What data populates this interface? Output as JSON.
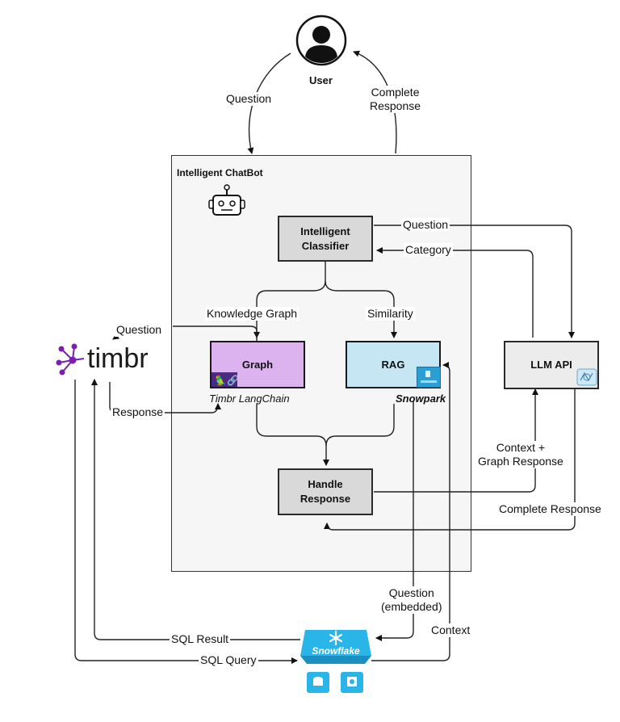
{
  "user": {
    "label": "User"
  },
  "chatbot": {
    "title": "Intelligent ChatBot"
  },
  "nodes": {
    "classifier": "Intelligent\nClassifier",
    "graph": "Graph",
    "rag": "RAG",
    "handle": "Handle\nResponse",
    "llm": "LLM API",
    "timbr": "timbr",
    "snowflake": "Snowflake"
  },
  "captions": {
    "graph": "Timbr LangChain",
    "rag": "Snowpark"
  },
  "edges": {
    "question_user": "Question",
    "complete_response_user": "Complete\nResponse",
    "question_llm": "Question",
    "category": "Category",
    "knowledge_graph": "Knowledge Graph",
    "similarity": "Similarity",
    "question_timbr": "Question",
    "response_timbr": "Response",
    "context_graph": "Context +\nGraph Response",
    "complete_response_llm": "Complete Response",
    "question_embedded": "Question\n(embedded)",
    "context": "Context",
    "sql_result": "SQL Result",
    "sql_query": "SQL Query"
  },
  "colors": {
    "graph_fill": "#dcb3ee",
    "rag_fill": "#c7e6f3",
    "gray_fill": "#d9d9d9",
    "llm_fill": "#ececec",
    "timbr_purple": "#7a1fb0",
    "snowflake_blue": "#29b5e8"
  },
  "icons": {
    "user": "user-avatar-icon",
    "robot": "robot-icon",
    "langchain": "langchain-icon",
    "python": "snowpark-python-icon",
    "llm": "openai-icon",
    "snowflake": "snowflake-icon"
  }
}
